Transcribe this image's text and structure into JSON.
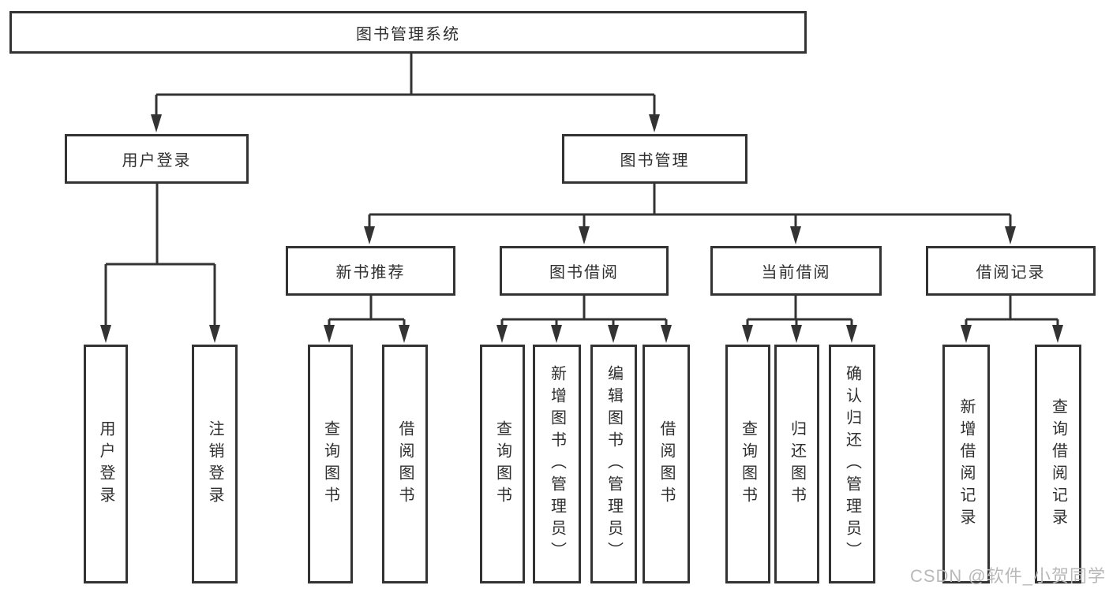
{
  "colors": {
    "line": "#333333",
    "box_border": "#333333",
    "text": "#2f2f2f",
    "background": "#ffffff",
    "watermark": "#b9b9b9"
  },
  "watermark": "CSDN @软件_小贺同学",
  "tree": {
    "label": "图书管理系统",
    "children": [
      {
        "label": "用户登录",
        "children": [
          {
            "label": "用户登录"
          },
          {
            "label": "注销登录"
          }
        ]
      },
      {
        "label": "图书管理",
        "children": [
          {
            "label": "新书推荐",
            "children": [
              {
                "label": "查询图书"
              },
              {
                "label": "借阅图书"
              }
            ]
          },
          {
            "label": "图书借阅",
            "children": [
              {
                "label": "查询图书"
              },
              {
                "label": "新增图书（管理员）"
              },
              {
                "label": "编辑图书（管理员）"
              },
              {
                "label": "借阅图书"
              }
            ]
          },
          {
            "label": "当前借阅",
            "children": [
              {
                "label": "查询图书"
              },
              {
                "label": "归还图书"
              },
              {
                "label": "确认归还（管理员）"
              }
            ]
          },
          {
            "label": "借阅记录",
            "children": [
              {
                "label": "新增借阅记录"
              },
              {
                "label": "查询借阅记录"
              }
            ]
          }
        ]
      }
    ]
  }
}
